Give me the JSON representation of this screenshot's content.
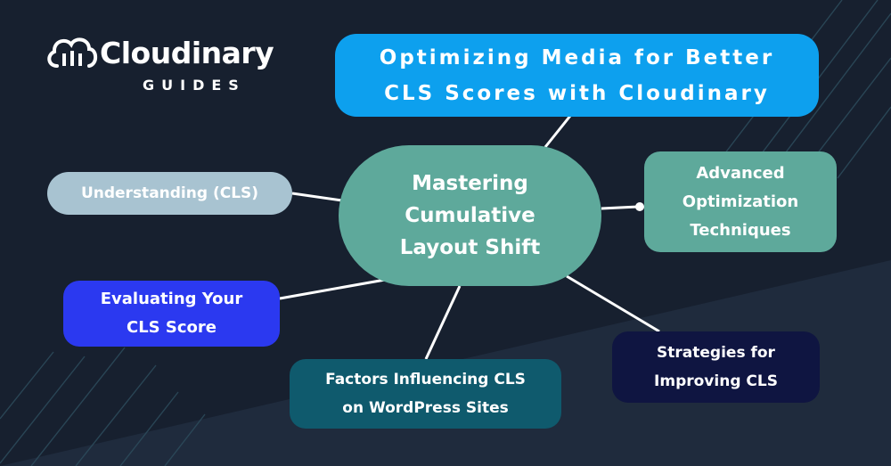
{
  "brand": {
    "name": "Cloudinary",
    "subtitle": "GUIDES"
  },
  "nodes": {
    "center": "Mastering\nCumulative\nLayout Shift",
    "top": "Optimizing Media for Better\nCLS Scores with Cloudinary",
    "left": "Understanding (CLS)",
    "right": "Advanced\nOptimization\nTechniques",
    "evaluating": "Evaluating Your\nCLS Score",
    "factors": "Factors Influencing CLS\non WordPress Sites",
    "strategies": "Strategies for\nImproving CLS"
  },
  "colors": {
    "background": "#17202f",
    "top_node": "#0da0ee",
    "center_node": "#5ea99b",
    "left_node": "#a8c3d1",
    "evaluating_node": "#2b39f0",
    "factors_node": "#0f5a6d",
    "strategies_node": "#0f1541",
    "connector": "#ffffff"
  }
}
